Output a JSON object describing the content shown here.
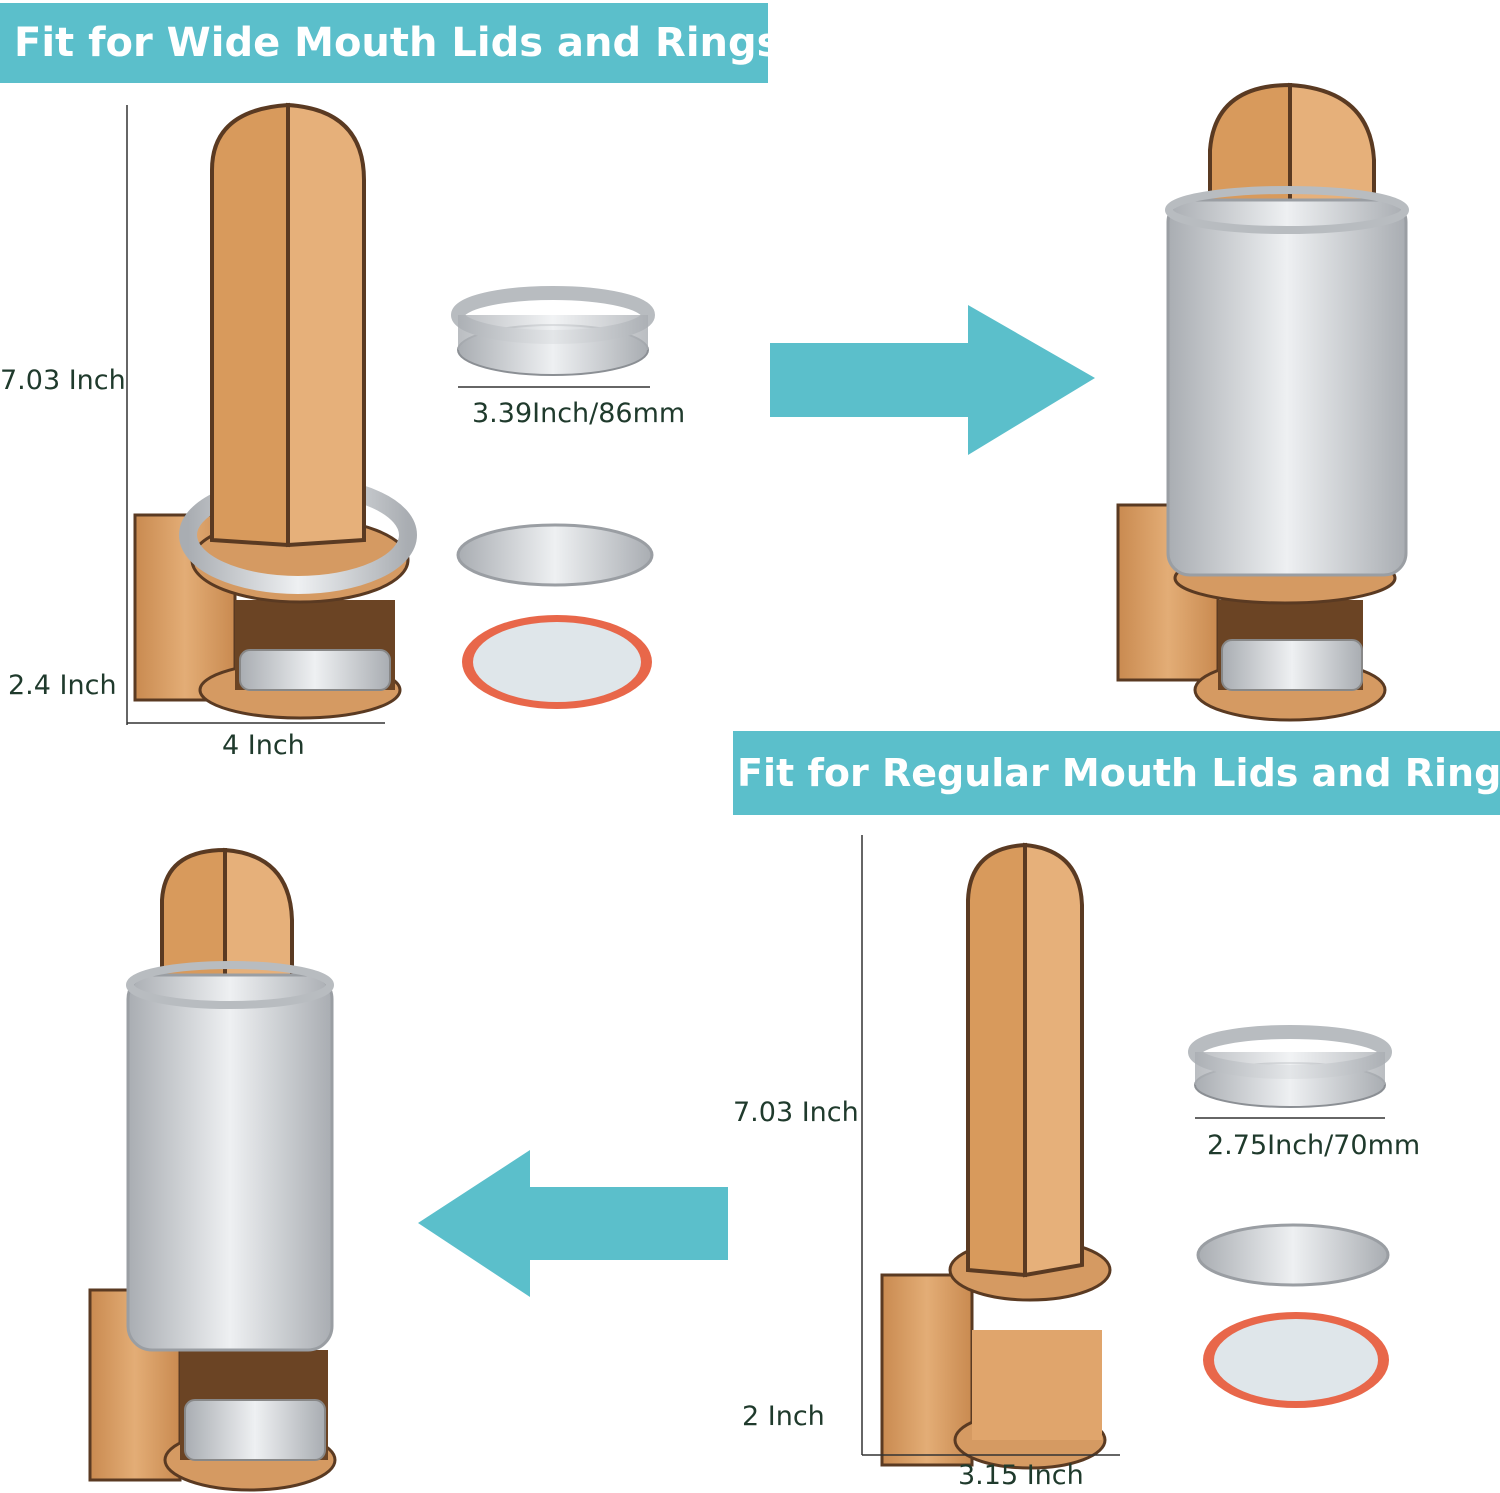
{
  "banners": {
    "wide": "Fit for Wide Mouth Lids and Rings",
    "regular": "Fit for Regular Mouth Lids and Rings"
  },
  "wide": {
    "height_label": "7.03 Inch",
    "base_height_label": "2.4 Inch",
    "width_label": "4 Inch",
    "ring_size_label": "3.39Inch/86mm"
  },
  "regular": {
    "height_label": "7.03 Inch",
    "base_height_label": "2 Inch",
    "width_label": "3.15 Inch",
    "ring_size_label": "2.75Inch/70mm"
  },
  "colors": {
    "banner": "#5bbfcb",
    "arrow": "#5bbfcb",
    "wood": "#d9a066",
    "wood_edge": "#5a3a22",
    "metal": "#c9ccd0",
    "gasket": "#e8674a"
  },
  "icons": [
    "arrow-right-icon",
    "arrow-left-icon"
  ]
}
